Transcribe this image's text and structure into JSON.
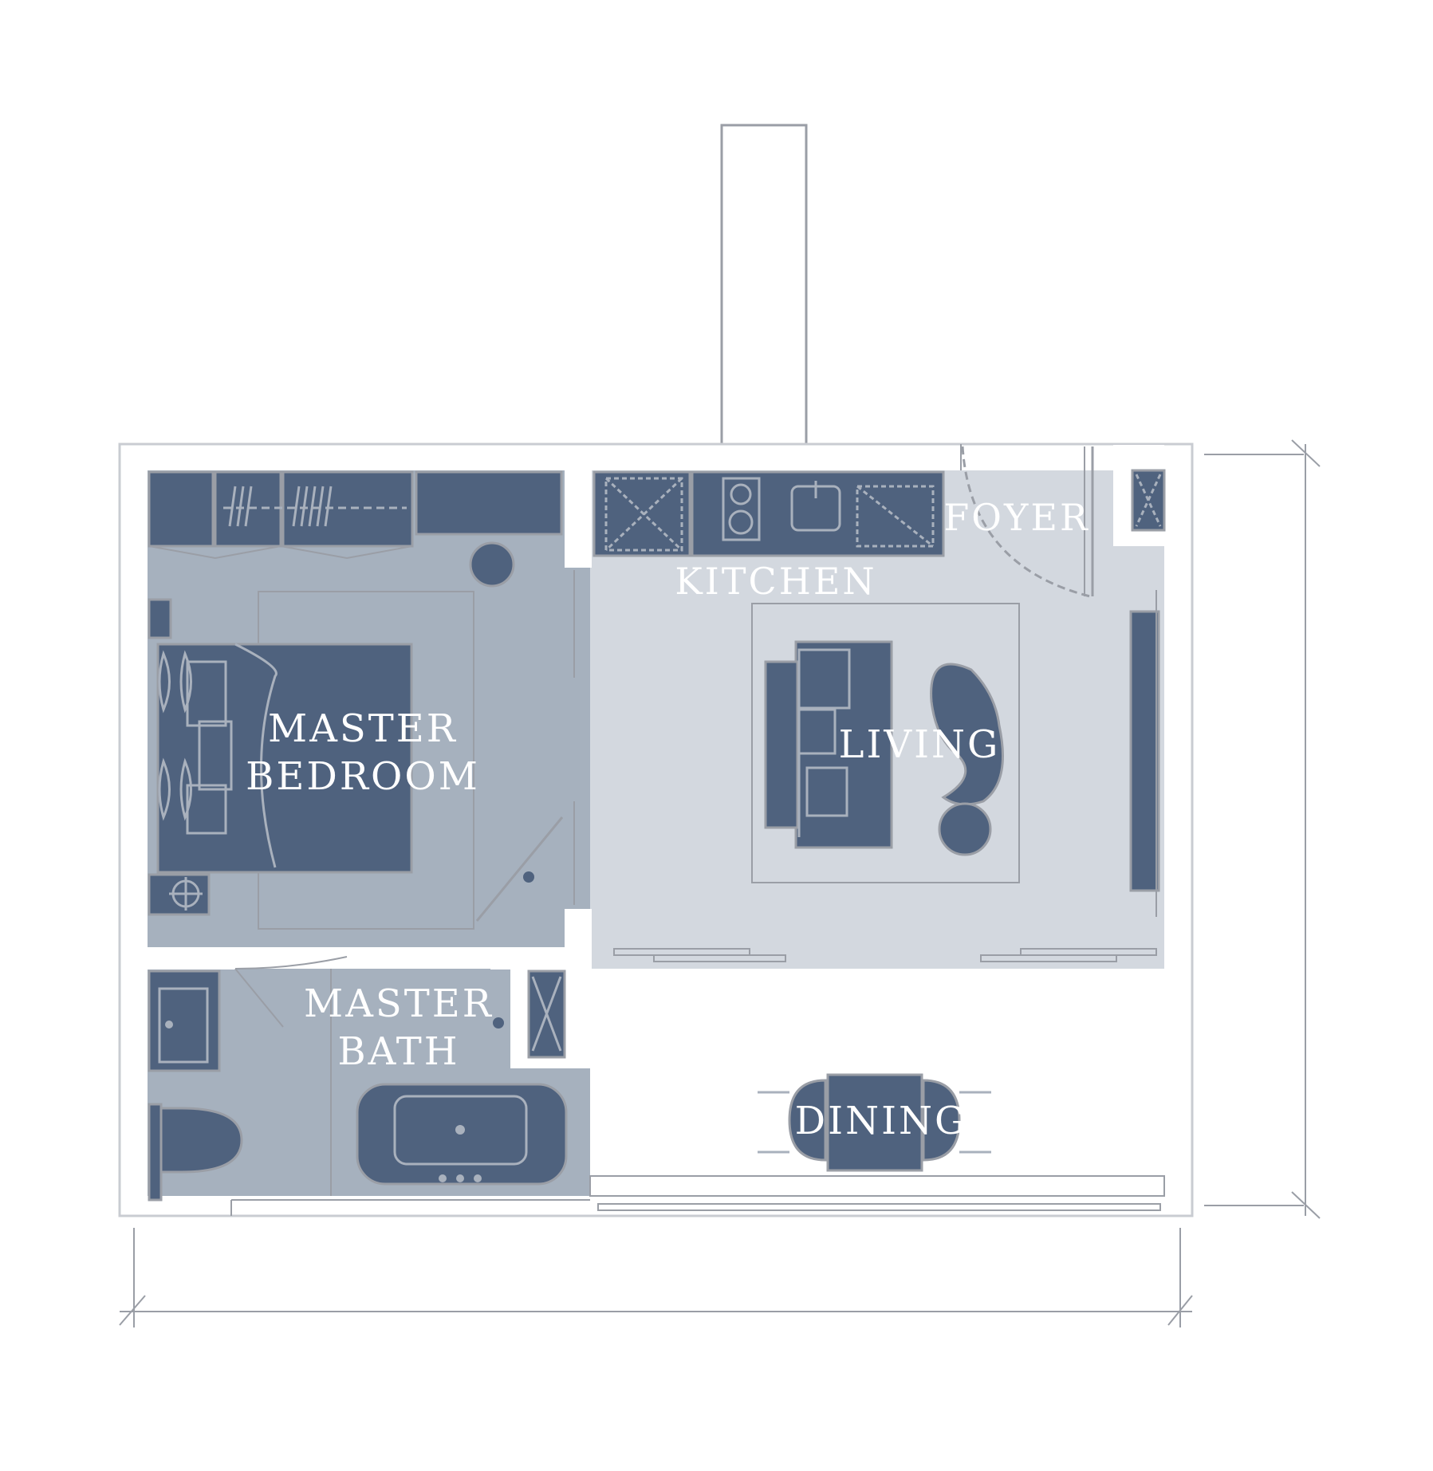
{
  "colors": {
    "bedroom_fill": "#a6b1be",
    "living_fill": "#d3d8df",
    "furniture": "#4f627e",
    "line": "#9a9ea6",
    "label": "#ffffff",
    "background": "#ffffff"
  },
  "rooms": {
    "master_bedroom": {
      "line1": "MASTER",
      "line2": "BEDROOM"
    },
    "master_bath": {
      "line1": "MASTER",
      "line2": "BATH"
    },
    "kitchen": {
      "label": "KITCHEN"
    },
    "foyer": {
      "label": "FOYER"
    },
    "living": {
      "label": "LIVING"
    },
    "dining": {
      "label": "DINING"
    }
  }
}
